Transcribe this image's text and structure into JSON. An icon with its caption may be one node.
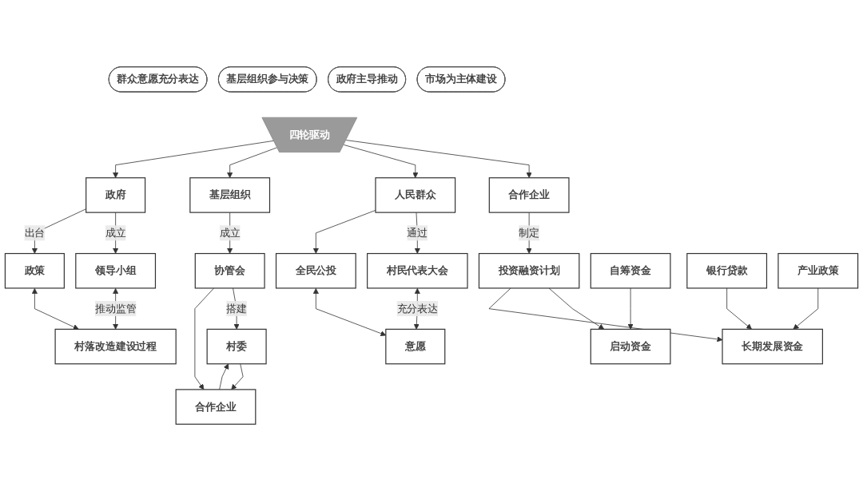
{
  "diagram": {
    "nodes": [
      {
        "text": [
          "市场为主体建设"
        ]
      },
      {
        "text": [
          "政府主导推动"
        ]
      },
      {
        "text": [
          "基层组织参与决策"
        ]
      },
      {
        "text": [
          "群众意愿充分表达"
        ]
      },
      {
        "text": [
          "四轮驱动"
        ]
      },
      {
        "text": [
          "合作企业"
        ]
      },
      {
        "text": [
          "人民群众"
        ]
      },
      {
        "text": [
          "基层组织"
        ]
      },
      {
        "text": [
          "政府"
        ]
      },
      {
        "text": [
          "投资融资计划"
        ]
      },
      {
        "text": [
          "村民代表大会"
        ]
      },
      {
        "text": [
          "全民公投"
        ]
      },
      {
        "text": [
          "领导小组"
        ]
      },
      {
        "text": [
          "政策"
        ]
      },
      {
        "text": [
          "启动资金"
        ]
      },
      {
        "text": [
          "长期发展资金"
        ]
      },
      {
        "text": [
          "协管会"
        ]
      },
      {
        "text": [
          "自筹资金"
        ]
      },
      {
        "text": [
          "银行贷款"
        ]
      },
      {
        "text": [
          "产业政策"
        ]
      },
      {
        "text": [
          "意愿"
        ]
      },
      {
        "text": [
          "村委"
        ]
      },
      {
        "text": [
          "合作企业"
        ]
      },
      {
        "text": [
          "村落改造建设过程"
        ]
      }
    ],
    "edges": [
      {
        "from": 4,
        "to": 5,
        "arrow": "to"
      },
      {
        "from": 4,
        "to": 6,
        "arrow": "to"
      },
      {
        "from": 4,
        "to": 7,
        "arrow": "to"
      },
      {
        "from": 4,
        "to": 8,
        "arrow": "to"
      },
      {
        "from": 5,
        "to": 9,
        "arrow": "to",
        "label": "制定"
      },
      {
        "from": 9,
        "to": 14,
        "arrow": "to"
      },
      {
        "from": 9,
        "to": 15,
        "arrow": "to"
      },
      {
        "from": 17,
        "to": 14,
        "arrow": "to"
      },
      {
        "from": 18,
        "to": 15,
        "arrow": "to"
      },
      {
        "from": 19,
        "to": 15,
        "arrow": "to"
      },
      {
        "from": 6,
        "to": 10,
        "arrow": "to",
        "label": "通过"
      },
      {
        "from": 6,
        "to": 11,
        "arrow": "to"
      },
      {
        "from": 10,
        "to": 20,
        "arrow": "both",
        "label": "充分表达"
      },
      {
        "from": 11,
        "to": 20,
        "arrow": "both"
      },
      {
        "from": 7,
        "to": 16,
        "arrow": "to",
        "label": "成立"
      },
      {
        "from": 16,
        "to": 21,
        "arrow": "to",
        "label": "搭建"
      },
      {
        "from": 16,
        "to": 22,
        "arrow": "to"
      },
      {
        "from": 21,
        "to": 22,
        "arrow": "to"
      },
      {
        "from": 22,
        "to": 21,
        "arrow": "to"
      },
      {
        "from": 8,
        "to": 12,
        "arrow": "to",
        "label": "成立"
      },
      {
        "from": 8,
        "to": 13,
        "arrow": "to",
        "label": "出台"
      },
      {
        "from": 12,
        "to": 23,
        "arrow": "both",
        "label": "推动监管"
      },
      {
        "from": 13,
        "to": 23,
        "arrow": "both"
      }
    ]
  }
}
